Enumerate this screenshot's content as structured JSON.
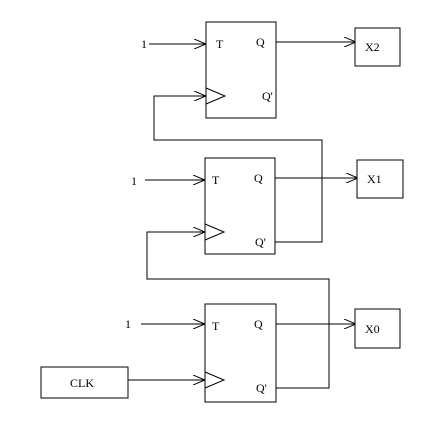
{
  "flipflops": [
    {
      "id": "ff2",
      "input_label": "T",
      "output_q": "Q",
      "output_qbar": "Q'",
      "t_input_value": "1",
      "output_name": "X2"
    },
    {
      "id": "ff1",
      "input_label": "T",
      "output_q": "Q",
      "output_qbar": "Q'",
      "t_input_value": "1",
      "output_name": "X1"
    },
    {
      "id": "ff0",
      "input_label": "T",
      "output_q": "Q",
      "output_qbar": "Q'",
      "t_input_value": "1",
      "output_name": "X0"
    }
  ],
  "clock": {
    "label": "CLK"
  }
}
